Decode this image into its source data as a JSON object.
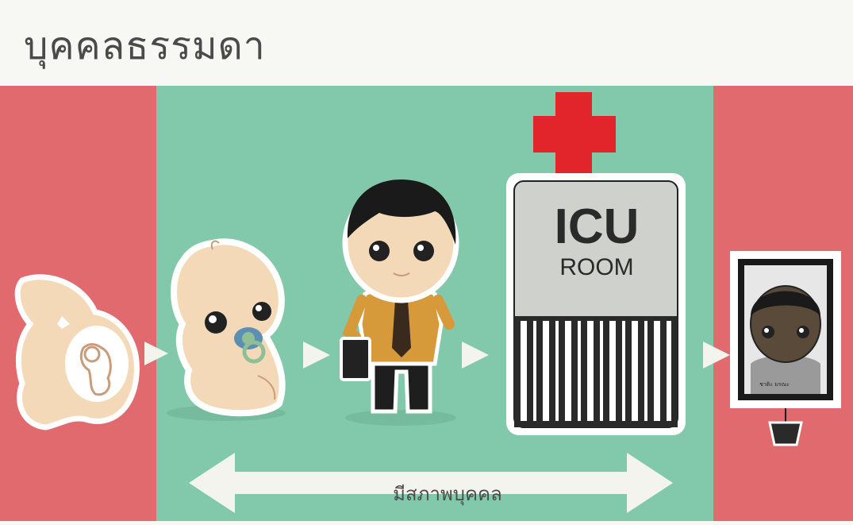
{
  "title": "บุคคลธรรมดา",
  "colors": {
    "red_band": "#e06a6d",
    "green_band": "#82c9ab",
    "arrow": "#f3f4ee",
    "skin": "#f3d9b8",
    "outline": "#ffffff",
    "cross": "#e2242b"
  },
  "stages": [
    {
      "id": "fetus",
      "icon": "pregnancy-icon"
    },
    {
      "id": "infant",
      "icon": "baby-icon"
    },
    {
      "id": "adult",
      "icon": "businessman-icon"
    },
    {
      "id": "icu",
      "icon": "icu-room-icon",
      "sign_main": "ICU",
      "sign_sub": "ROOM"
    },
    {
      "id": "deceased",
      "icon": "memorial-portrait-icon",
      "portrait_caption": "ชาติะ มรณะ"
    }
  ],
  "life_span_label": "มีสภาพบุคคล"
}
